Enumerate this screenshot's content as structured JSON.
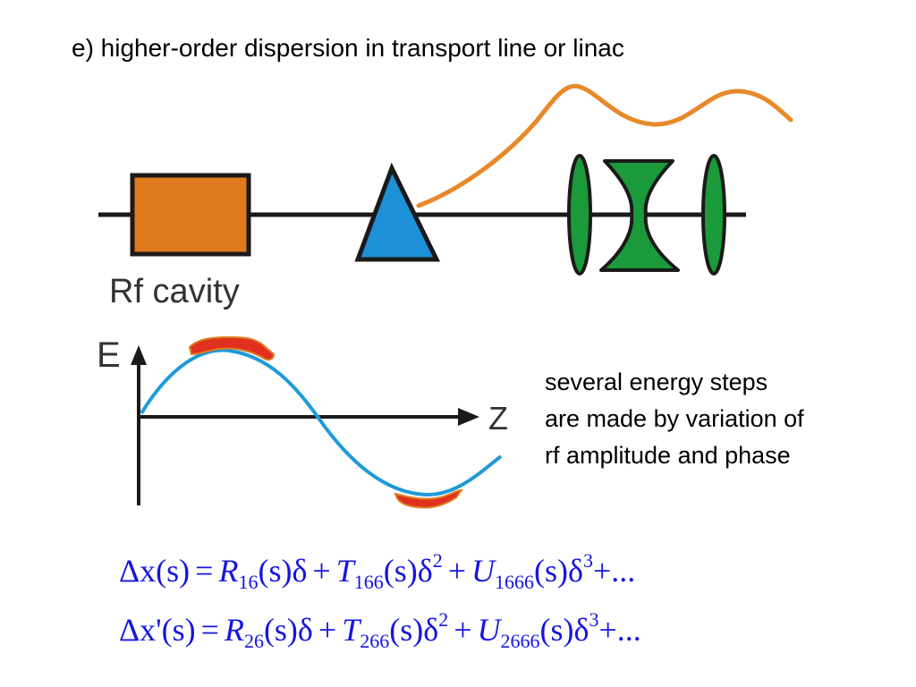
{
  "slide": {
    "title": "e) higher-order dispersion in transport line or linac",
    "rf_label": "Rf cavity",
    "axis_energy_label": "E",
    "axis_z_label": "Z",
    "note_lines": [
      "several energy steps",
      "are made by variation of",
      "rf amplitude and phase"
    ]
  },
  "equations": {
    "eq1": {
      "lhs": "Δx(s)",
      "t1_coef": "R",
      "t1_sub": "16",
      "t1_tail": "(s)δ",
      "t2_coef": "T",
      "t2_sub": "166",
      "t2_tail": "(s)δ",
      "t2_pow": "2",
      "t3_coef": "U",
      "t3_sub": "1666",
      "t3_tail": "(s)δ",
      "t3_pow": "3",
      "ellipsis": "+..."
    },
    "eq2": {
      "lhs": "Δx'(s)",
      "t1_coef": "R",
      "t1_sub": "26",
      "t1_tail": "(s)δ",
      "t2_coef": "T",
      "t2_sub": "266",
      "t2_tail": "(s)δ",
      "t2_pow": "2",
      "t3_coef": "U",
      "t3_sub": "2666",
      "t3_tail": "(s)δ",
      "t3_pow": "3",
      "ellipsis": "+..."
    }
  },
  "colors": {
    "rf_cavity_fill": "#e07a1f",
    "dipole_fill": "#1e90d8",
    "quad_fill": "#1a9a3a",
    "beam_envelope": "#e8892a",
    "sine_wave": "#1e9ad8",
    "bunch_fill": "#e0301e",
    "equation_text": "#1515e0"
  }
}
